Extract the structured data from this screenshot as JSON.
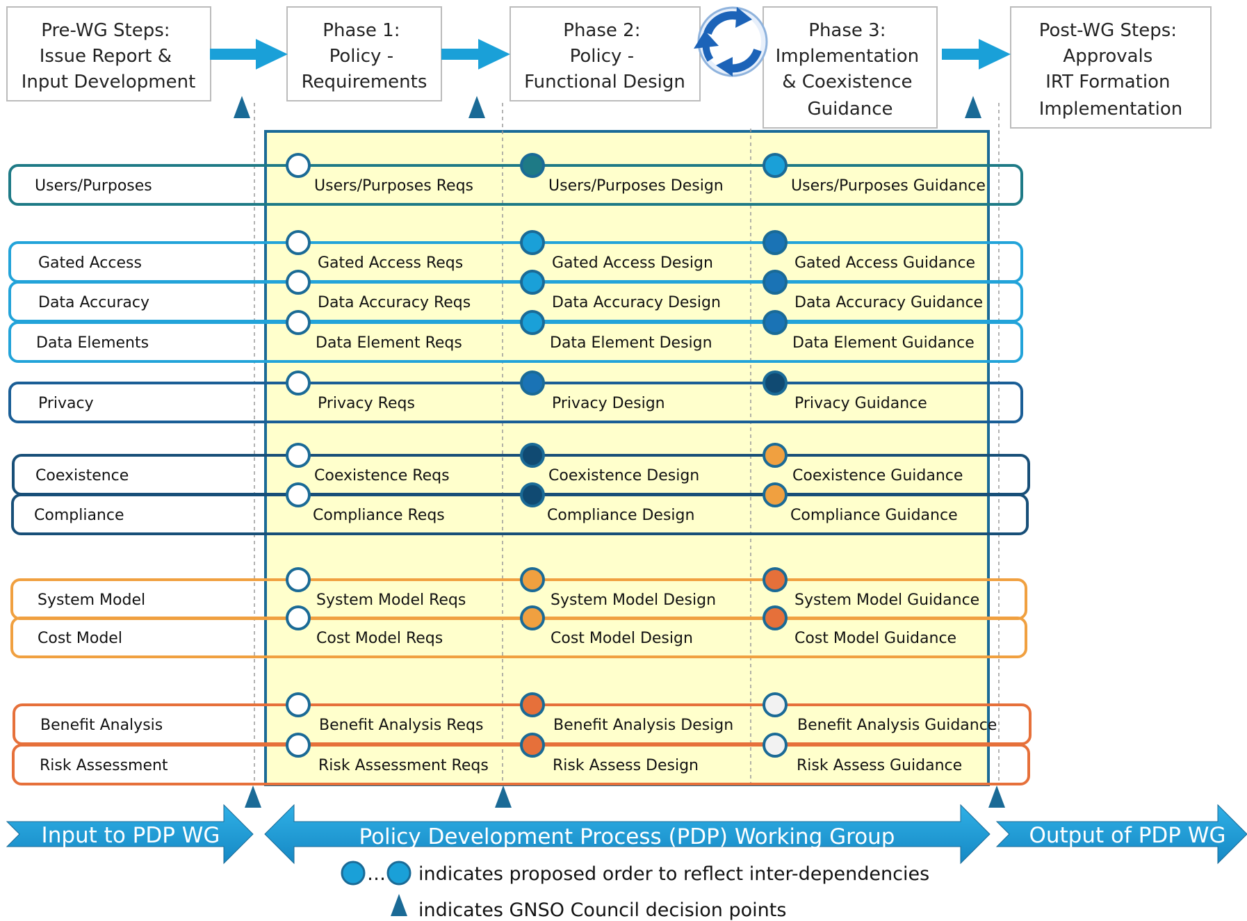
{
  "phases": [
    {
      "lines": [
        "Pre-WG Steps:",
        "Issue Report &",
        "Input Development"
      ]
    },
    {
      "lines": [
        "Phase 1:",
        "Policy -",
        "Requirements"
      ]
    },
    {
      "lines": [
        "Phase 2:",
        "Policy -",
        "Functional Design"
      ]
    },
    {
      "lines": [
        "Phase 3:",
        "Implementation",
        "& Coexistence",
        "Guidance"
      ]
    },
    {
      "lines": [
        "Post-WG Steps:",
        "Approvals",
        "IRT Formation",
        "Implementation"
      ]
    }
  ],
  "rows": [
    {
      "topic": "Users/Purposes",
      "reqs": "Users/Purposes Reqs",
      "design": "Users/Purposes Design",
      "guidance": "Users/Purposes Guidance",
      "border": "#1e7a86",
      "dots": [
        "#ffffff",
        "#1e7a86",
        "#1aa0d8"
      ]
    },
    {
      "topic": "Gated Access",
      "reqs": "Gated Access Reqs",
      "design": "Gated Access Design",
      "guidance": "Gated Access Guidance",
      "border": "#22a3d9",
      "dots": [
        "#ffffff",
        "#1aa0d8",
        "#1a73b5"
      ]
    },
    {
      "topic": "Data Accuracy",
      "reqs": "Data Accuracy Reqs",
      "design": "Data Accuracy Design",
      "guidance": "Data Accuracy Guidance",
      "border": "#22a3d9",
      "dots": [
        "#ffffff",
        "#1aa0d8",
        "#1a73b5"
      ]
    },
    {
      "topic": "Data Elements",
      "reqs": "Data Element Reqs",
      "design": "Data Element Design",
      "guidance": "Data Element Guidance",
      "border": "#22a3d9",
      "dots": [
        "#ffffff",
        "#1aa0d8",
        "#1a73b5"
      ]
    },
    {
      "topic": "Privacy",
      "reqs": "Privacy Reqs",
      "design": "Privacy Design",
      "guidance": "Privacy Guidance",
      "border": "#1a5e96",
      "dots": [
        "#ffffff",
        "#1a73b5",
        "#104a72"
      ]
    },
    {
      "topic": "Coexistence",
      "reqs": "Coexistence Reqs",
      "design": "Coexistence Design",
      "guidance": "Coexistence Guidance",
      "border": "#184f78",
      "dots": [
        "#ffffff",
        "#104a72",
        "#f0a040"
      ]
    },
    {
      "topic": "Compliance",
      "reqs": "Compliance Reqs",
      "design": "Compliance Design",
      "guidance": "Compliance Guidance",
      "border": "#184f78",
      "dots": [
        "#ffffff",
        "#104a72",
        "#f0a040"
      ]
    },
    {
      "topic": "System Model",
      "reqs": "System Model Reqs",
      "design": "System Model Design",
      "guidance": "System Model Guidance",
      "border": "#f0a040",
      "dots": [
        "#ffffff",
        "#f0a040",
        "#e6703a"
      ]
    },
    {
      "topic": "Cost Model",
      "reqs": "Cost Model Reqs",
      "design": "Cost Model Design",
      "guidance": "Cost Model Guidance",
      "border": "#f0a040",
      "dots": [
        "#ffffff",
        "#f0a040",
        "#e6703a"
      ]
    },
    {
      "topic": "Benefit Analysis",
      "reqs": "Benefit Analysis Reqs",
      "design": "Benefit Analysis Design",
      "guidance": "Benefit Analysis Guidance",
      "border": "#e6703a",
      "dots": [
        "#ffffff",
        "#e6703a",
        "#f2f2f2"
      ]
    },
    {
      "topic": "Risk Assessment",
      "reqs": "Risk Assessment Reqs",
      "design": "Risk Assess Design",
      "guidance": "Risk Assess Guidance",
      "border": "#e6703a",
      "dots": [
        "#ffffff",
        "#e6703a",
        "#f2f2f2"
      ]
    }
  ],
  "bands": {
    "input": "Input to PDP WG",
    "pdp": "Policy Development Process (PDP) Working Group",
    "output": "Output of PDP WG"
  },
  "legend": {
    "order_text": "indicates proposed order to reflect inter-dependencies",
    "ellipsis": "…",
    "decision_text": "indicates GNSO Council decision points"
  },
  "colors": {
    "wg_fill": "#ffffcc",
    "wg_border": "#1a6a96",
    "arrow": "#1aa0d8",
    "decision_marker": "#1a6a96",
    "phase_border": "#bbbbbb"
  }
}
